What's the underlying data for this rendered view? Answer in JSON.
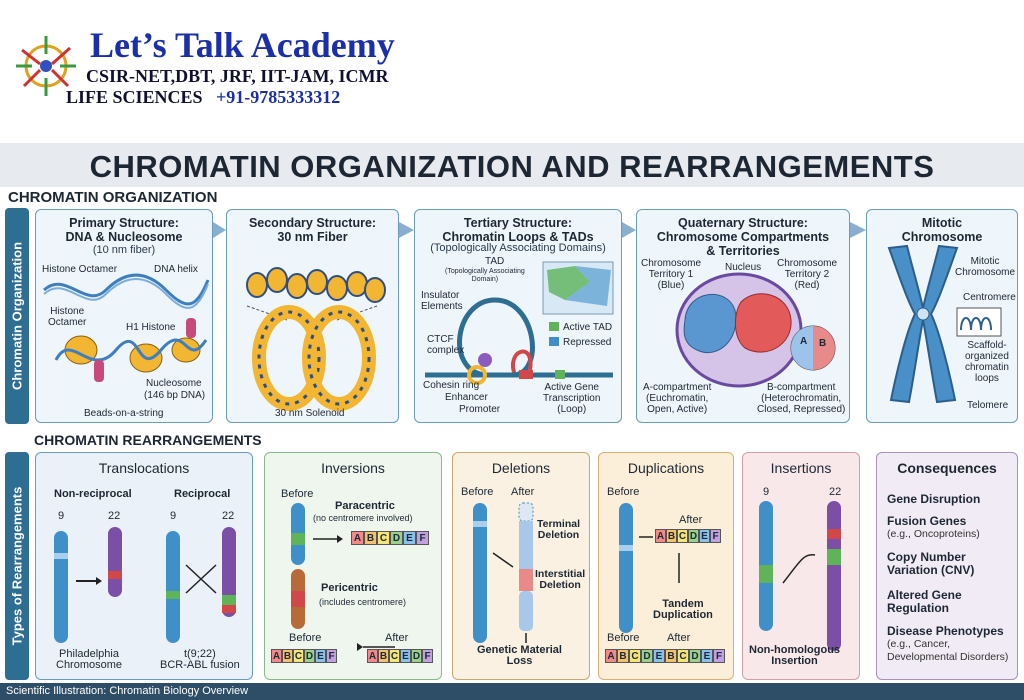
{
  "header": {
    "brand": "Let’s Talk Academy",
    "exams": "CSIR-NET,DBT, JRF, IIT-JAM, ICMR",
    "subject": "LIFE SCIENCES",
    "phone": "+91-9785333312"
  },
  "title": "CHROMATIN ORGANIZATION AND REARRANGEMENTS",
  "organization": {
    "section_title": "CHROMATIN ORGANIZATION",
    "sidebar": "Chromatin Organization",
    "primary": {
      "title": "Primary Structure:\nDNA & Nucleosome",
      "sub": "(10 nm fiber)",
      "histone_octamer": "Histone Octamer",
      "dna_helix": "DNA helix",
      "histone_octamer2": "Histone\nOctamer",
      "h1": "H1 Histone",
      "nucleosome": "Nucleosome",
      "nucleosome_bp": "(146 bp DNA)",
      "beads": "Beads-on-a-string"
    },
    "secondary": {
      "title": "Secondary Structure:\n30 nm Fiber",
      "solenoid": "30 nm Solenoid"
    },
    "tertiary": {
      "title": "Tertiary Structure:\nChromatin Loops & TADs",
      "sub": "(Topologically Associating Domains)",
      "tad": "TAD",
      "tad_sub": "(Topologically Associating\nDomain)",
      "insulator": "Insulator\nElements",
      "ctcf": "CTCF\ncomplex",
      "cohesin": "Cohesin ring",
      "enhancer": "Enhancer",
      "promoter": "Promoter",
      "active_tad": "Active TAD",
      "repressed": "Repressed",
      "active_gene": "Active Gene\nTranscription\n(Loop)"
    },
    "quaternary": {
      "title": "Quaternary Structure:\nChromosome Compartments\n& Territories",
      "territory1": "Chromosome\nTerritory 1\n(Blue)",
      "nucleus": "Nucleus",
      "territory2": "Chromosome\nTerritory 2\n(Red)",
      "a_comp": "A-compartment\n(Euchromatin,\nOpen, Active)",
      "b_comp": "B-compartment\n(Heterochromatin,\nClosed, Repressed)",
      "a": "A",
      "b": "B"
    },
    "mitotic": {
      "title": "Mitotic\nChromosome",
      "label": "Mitotic\nChromosome",
      "centromere": "Centromere",
      "scaffold": "Scaffold-\norganized\nchromatin\nloops",
      "telomere": "Telomere"
    }
  },
  "rearrangements": {
    "section_title": "CHROMATIN REARRANGEMENTS",
    "sidebar": "Types of Rearrangements",
    "translocations": {
      "title": "Translocations",
      "nonreciprocal": "Non-reciprocal",
      "reciprocal": "Reciprocal",
      "chr9": "9",
      "chr22": "22",
      "philadelphia": "Philadelphia\nChromosome",
      "bcr": "t(9;22)\nBCR-ABL fusion"
    },
    "inversions": {
      "title": "Inversions",
      "before": "Before",
      "paracentric": "Paracentric",
      "para_sub": "(no centromere involved)",
      "pericentric": "Pericentric",
      "peri_sub": "(includes centromere)",
      "before2": "Before",
      "after2": "After",
      "seq1": [
        "A",
        "B",
        "C",
        "D",
        "E",
        "F"
      ],
      "seq_before": [
        "A",
        "B",
        "C",
        "D",
        "E",
        "F"
      ],
      "seq_after": [
        "A",
        "B",
        "C",
        "E",
        "D",
        "F"
      ]
    },
    "deletions": {
      "title": "Deletions",
      "before": "Before",
      "after": "After",
      "terminal": "Terminal\nDeletion",
      "interstitial": "Interstitial\nDeletion",
      "loss": "Genetic Material\nLoss"
    },
    "duplications": {
      "title": "Duplications",
      "before": "Before",
      "after": "After",
      "tandem": "Tandem\nDuplication",
      "before2": "Before",
      "after2": "After",
      "seq_after": [
        "A",
        "B",
        "C",
        "D",
        "E",
        "F"
      ],
      "seq_long": [
        "A",
        "B",
        "C",
        "D",
        "E",
        "B",
        "C",
        "D",
        "E",
        "F"
      ]
    },
    "insertions": {
      "title": "Insertions",
      "chr9": "9",
      "chr22": "22",
      "label": "Non-homologous\nInsertion"
    },
    "consequences": {
      "title": "Consequences",
      "items": [
        {
          "label": "Gene Disruption",
          "sub": ""
        },
        {
          "label": "Fusion Genes",
          "sub": "(e.g., Oncoproteins)"
        },
        {
          "label": "Copy Number\nVariation (CNV)",
          "sub": ""
        },
        {
          "label": "Altered Gene\nRegulation",
          "sub": ""
        },
        {
          "label": "Disease Phenotypes",
          "sub": "(e.g., Cancer,\nDevelopmental Disorders)"
        }
      ]
    }
  },
  "footer": "Scientific Illustration: Chromatin Biology Overview",
  "colors": {
    "accent": "#2e6e93",
    "chrom_blue": "#3f8fc8",
    "chrom_purple": "#7b4fa6",
    "chrom_red": "#d04848",
    "chrom_green": "#5fb45a",
    "histone": "#f2b632"
  }
}
